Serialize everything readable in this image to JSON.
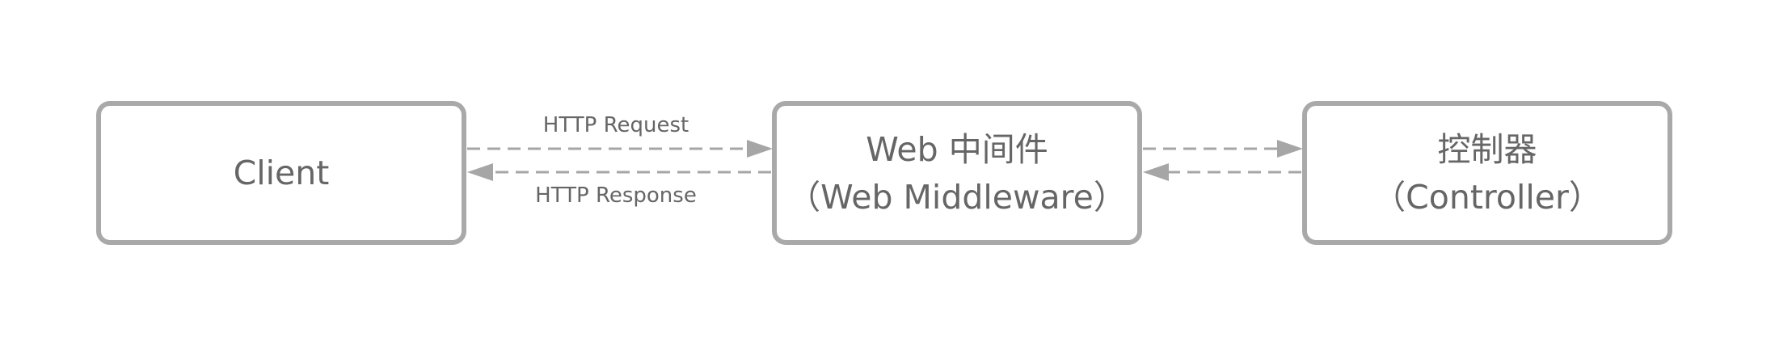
{
  "nodes": {
    "client": {
      "line1": "Client",
      "line2": ""
    },
    "middleware": {
      "line1": "Web 中间件",
      "line2": "（Web Middleware）"
    },
    "controller": {
      "line1": "控制器",
      "line2": "（Controller）"
    }
  },
  "edges": {
    "request_label": "HTTP Request",
    "response_label": "HTTP Response"
  },
  "colors": {
    "node_border": "#a9a9a9",
    "edge": "#a6a6a6",
    "text": "#666666"
  }
}
